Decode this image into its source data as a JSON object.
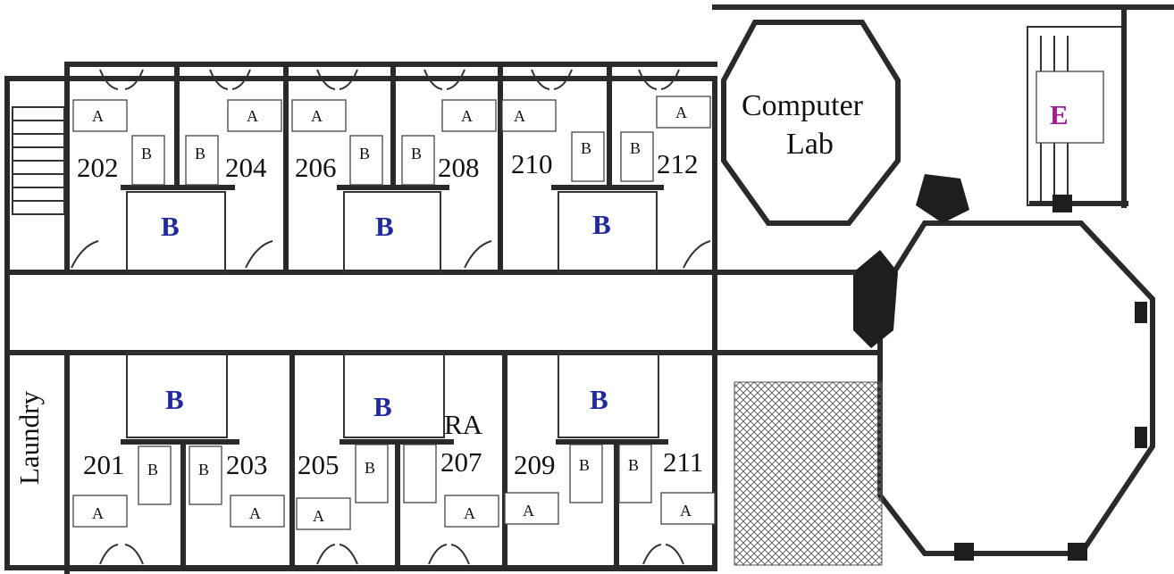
{
  "colors": {
    "bathroom_label": "#1f2a9c",
    "elevator_label": "#a11a96",
    "walls": "#2a2a2a"
  },
  "areas": {
    "computer_lab_line1": "Computer",
    "computer_lab_line2": "Lab",
    "laundry": "Laundry",
    "elevator": "E",
    "ra": "RA"
  },
  "rooms": [
    "202",
    "204",
    "206",
    "208",
    "210",
    "212",
    "201",
    "203",
    "205",
    "207",
    "209",
    "211"
  ],
  "furniture": {
    "bed": "A",
    "desk": "B"
  },
  "bathroom": "B"
}
